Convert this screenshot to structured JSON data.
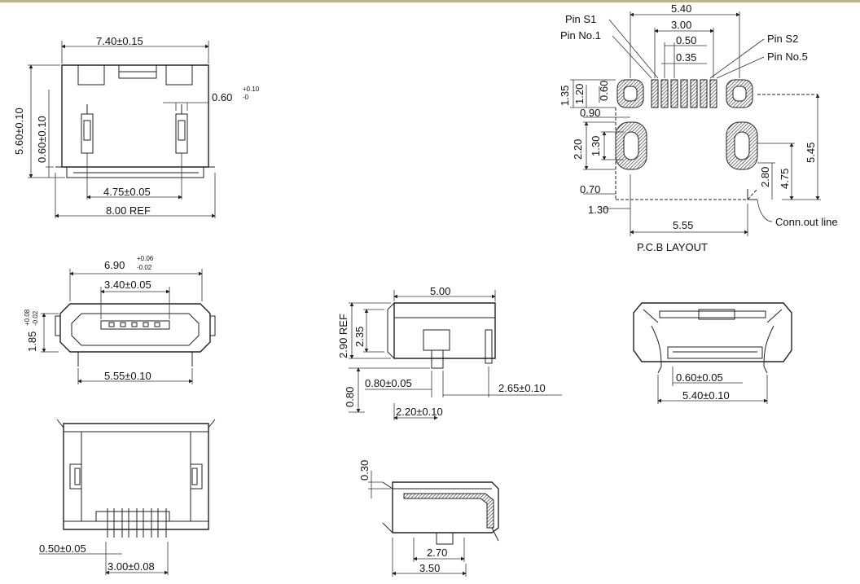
{
  "view_front_top": {
    "overall_width": "7.40±0.15",
    "overall_height": "5.60±0.10",
    "side_height": "0.60±0.10",
    "pin_offset": "0.60",
    "pin_offset_tol_plus": "+0.10",
    "pin_offset_tol_minus": "-0",
    "inner_width": "4.75±0.05",
    "reference_width": "8.00 REF"
  },
  "view_front_face": {
    "width": "6.90",
    "width_tol_plus": "+0.06",
    "width_tol_minus": "-0.02",
    "opening": "3.40±0.05",
    "height": "1.85",
    "height_tol_plus": "+0.08",
    "height_tol_minus": "-0.02",
    "bottom": "5.55±0.10"
  },
  "view_bottom": {
    "pitch": "0.50±0.05",
    "span": "3.00±0.08"
  },
  "view_side": {
    "length": "5.00",
    "height_ref": "2.90 REF",
    "height": "2.35",
    "post_height": "0.80",
    "post_width": "0.80±0.05",
    "post_offset": "2.65±0.10",
    "post_pos": "2.20±0.10"
  },
  "view_section": {
    "thickness": "0.30",
    "inner": "2.70",
    "outer": "3.50"
  },
  "view_rear": {
    "pin_pitch": "0.60±0.05",
    "span": "5.40±0.10"
  },
  "pcb_layout": {
    "title": "P.C.B LAYOUT",
    "labels": {
      "pin_s1": "Pin S1",
      "pin_no1": "Pin No.1",
      "pin_s2": "Pin S2",
      "pin_no5": "Pin No.5",
      "conn_out": "Conn.out line"
    },
    "dims": {
      "d540": "5.40",
      "d300": "3.00",
      "d050": "0.50",
      "d035": "0.35",
      "d135": "1.35",
      "d120": "1.20",
      "d060": "0.60",
      "d090": "0.90",
      "d220": "2.20",
      "d130a": "1.30",
      "d070": "0.70",
      "d130b": "1.30",
      "d555": "5.55",
      "d475": "4.75",
      "d545": "5.45",
      "d280": "2.80"
    }
  }
}
